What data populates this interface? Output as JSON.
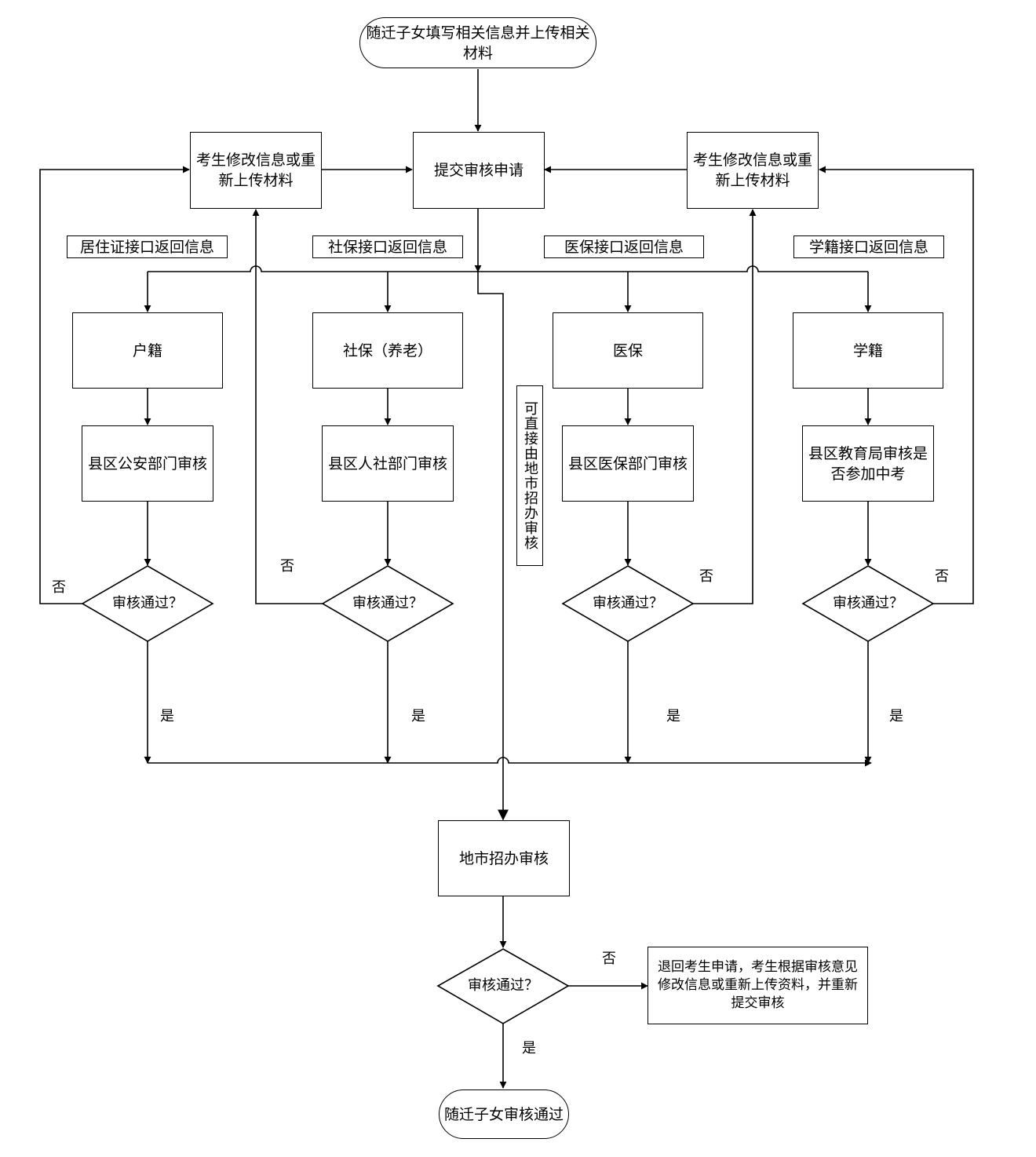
{
  "nodes": {
    "start": "随迁子女填写相关信息并上传相关材料",
    "submit": "提交审核申请",
    "modify_left": "考生修改信息或重新上传材料",
    "modify_right": "考生修改信息或重新上传材料",
    "huji": "户籍",
    "shebao": "社保（养老）",
    "yibao": "医保",
    "xueji": "学籍",
    "police_review": "县区公安部门审核",
    "hr_review": "县区人社部门审核",
    "medical_review": "县区医保部门审核",
    "edu_review": "县区教育局审核是否参加中考",
    "city_review": "地市招办审核",
    "return_text": "退回考生申请，考生根据审核意见修改信息或重新上传资料，并重新提交审核",
    "end": "随迁子女审核通过"
  },
  "interfaces": {
    "juzhu": "居住证接口返回信息",
    "shebao": "社保接口返回信息",
    "yibao": "医保接口返回信息",
    "xueji": "学籍接口返回信息"
  },
  "direct_note": "可直接由地市招办审核",
  "decision": "审核通过？",
  "labels": {
    "yes": "是",
    "no": "否"
  }
}
